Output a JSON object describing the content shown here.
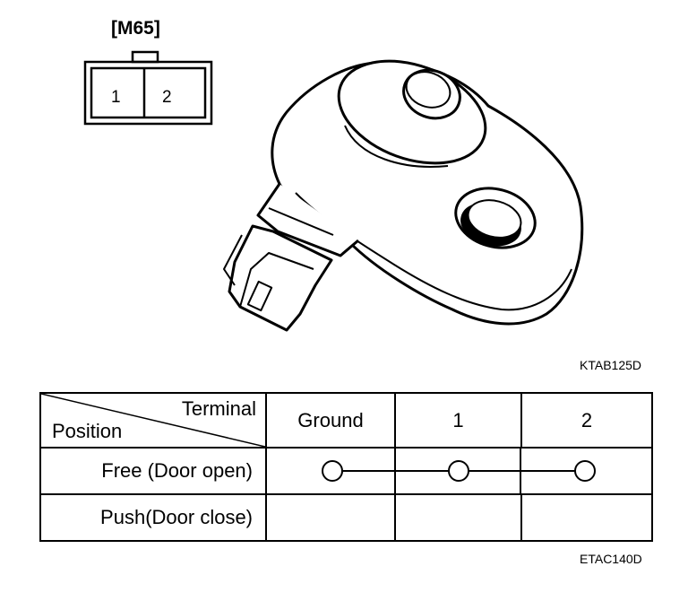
{
  "connector": {
    "label": "[M65]",
    "pins": [
      "1",
      "2"
    ]
  },
  "figure_codes": {
    "top": "KTAB125D",
    "bottom": "ETAC140D"
  },
  "table": {
    "header_terminal": "Terminal",
    "header_position": "Position",
    "columns": [
      "Ground",
      "1",
      "2"
    ],
    "rows": [
      {
        "label": "Free (Door open)",
        "connected": [
          "Ground",
          "1",
          "2"
        ]
      },
      {
        "label": "Push(Door close)",
        "connected": []
      }
    ]
  }
}
